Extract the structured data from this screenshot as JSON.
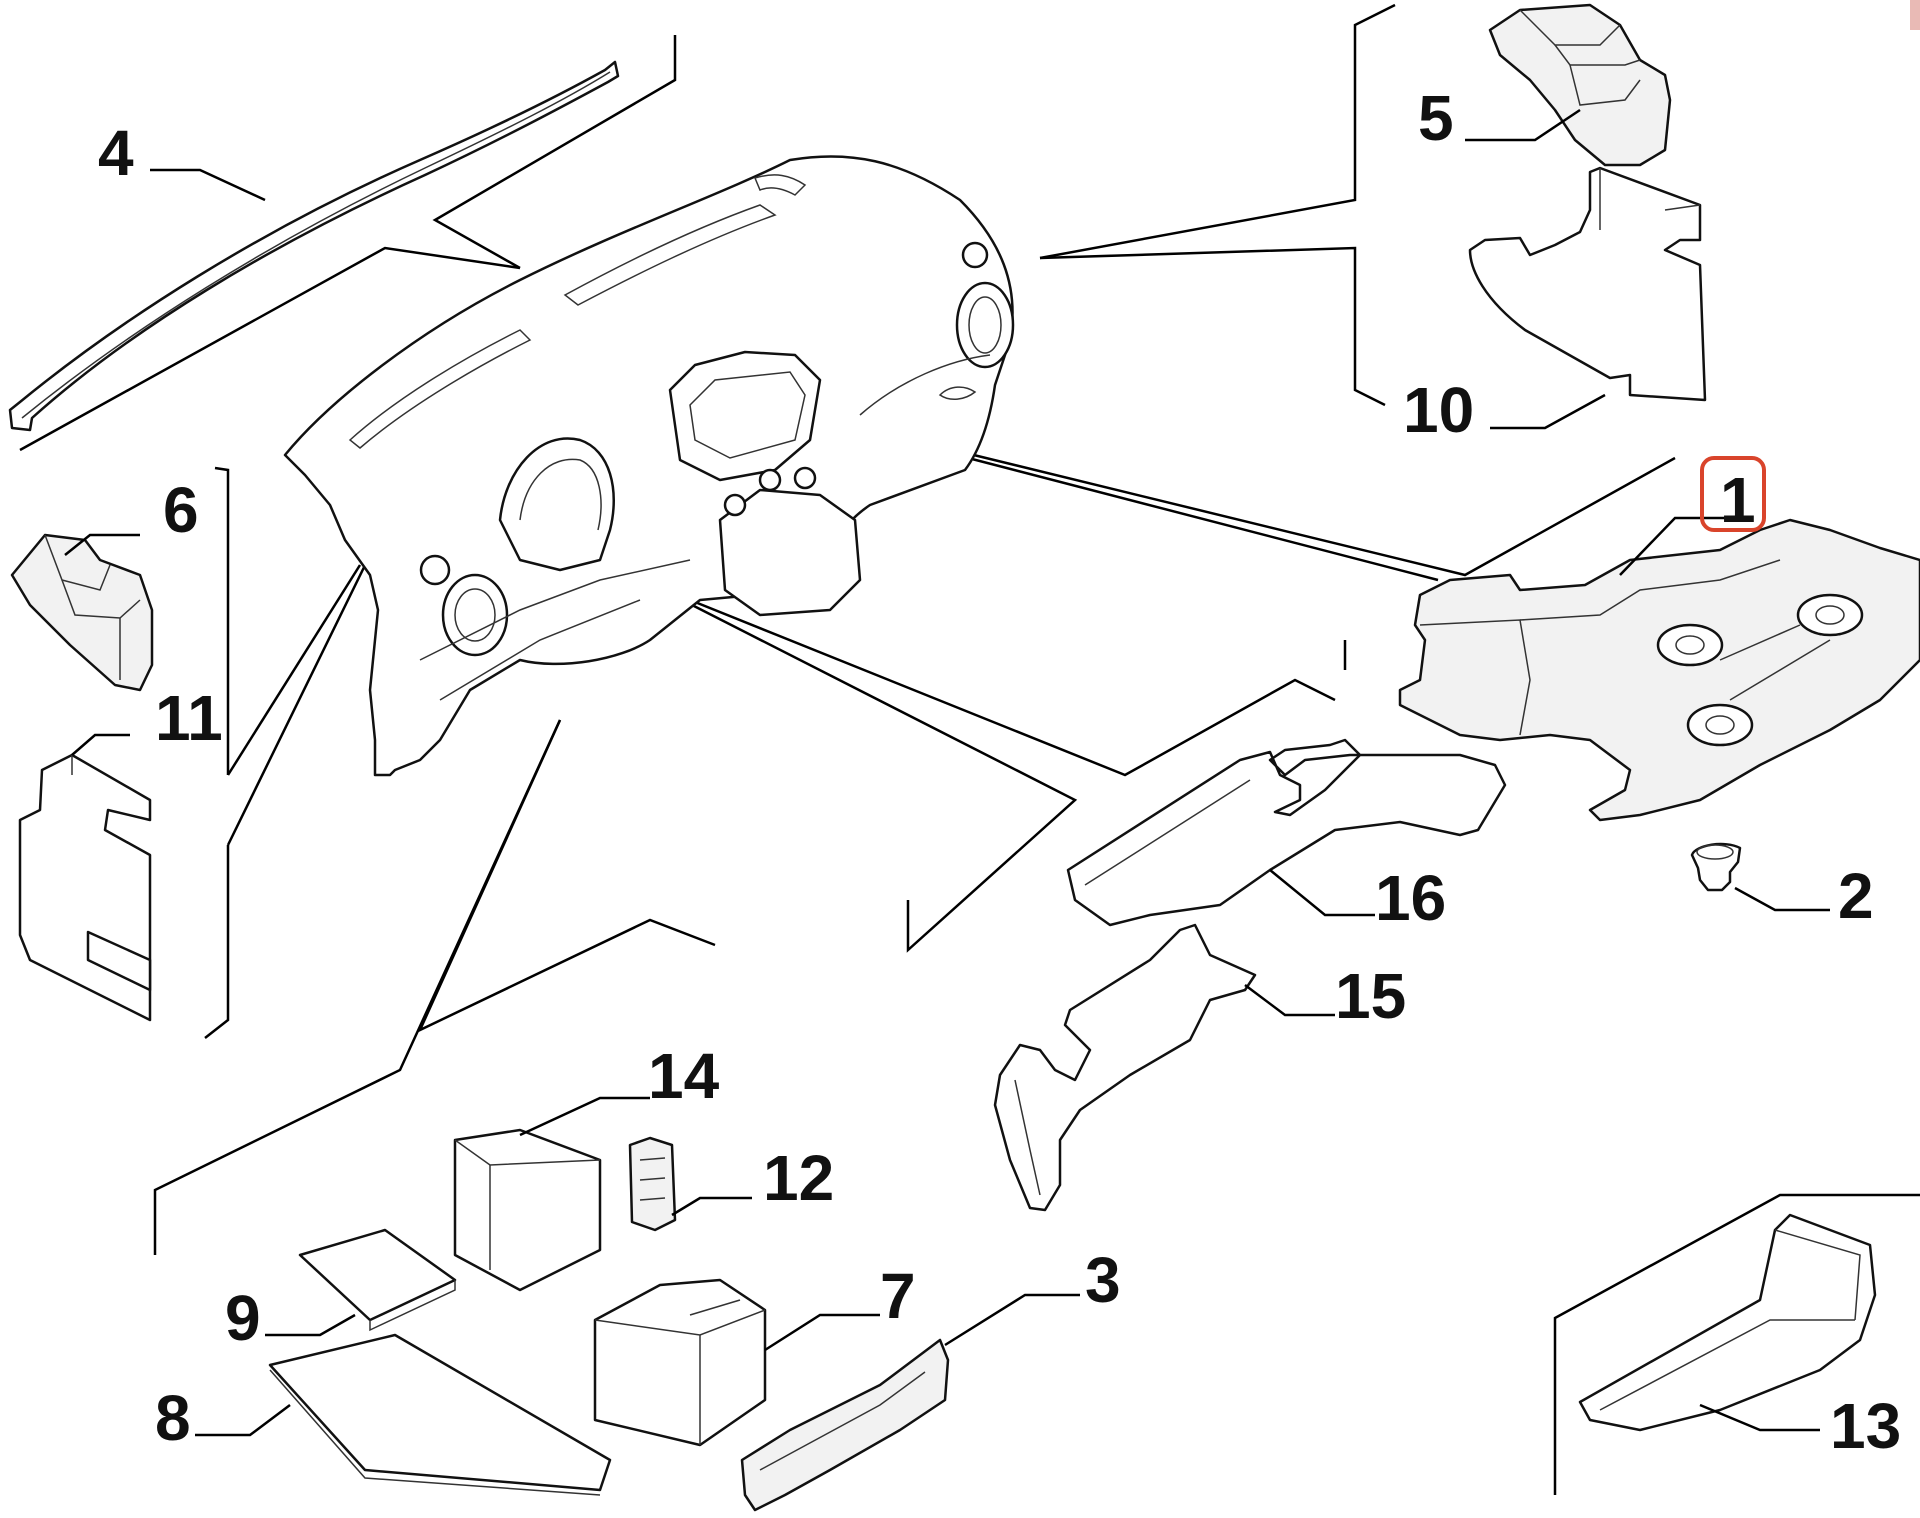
{
  "colors": {
    "highlight": "#d9442b",
    "ink": "#111111",
    "paper": "#ffffff"
  },
  "callouts": {
    "c1": "1",
    "c2": "2",
    "c3": "3",
    "c4": "4",
    "c5": "5",
    "c6": "6",
    "c7": "7",
    "c8": "8",
    "c9": "9",
    "c10": "10",
    "c11": "11",
    "c12": "12",
    "c13": "13",
    "c14": "14",
    "c15": "15",
    "c16": "16"
  },
  "highlighted_callout": "1"
}
